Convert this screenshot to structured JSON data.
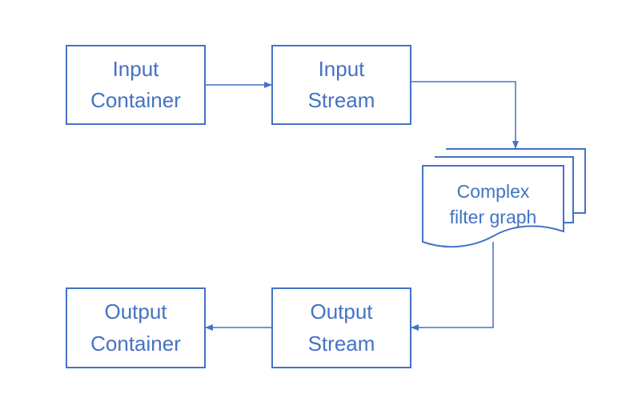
{
  "colors": {
    "accent": "#4472C4",
    "background": "#FFFFFF"
  },
  "nodes": {
    "input_container": {
      "line1": "Input",
      "line2": "Container"
    },
    "input_stream": {
      "line1": "Input",
      "line2": "Stream"
    },
    "filter_graph": {
      "line1": "Complex",
      "line2": "filter graph"
    },
    "output_stream": {
      "line1": "Output",
      "line2": "Stream"
    },
    "output_container": {
      "line1": "Output",
      "line2": "Container"
    }
  }
}
